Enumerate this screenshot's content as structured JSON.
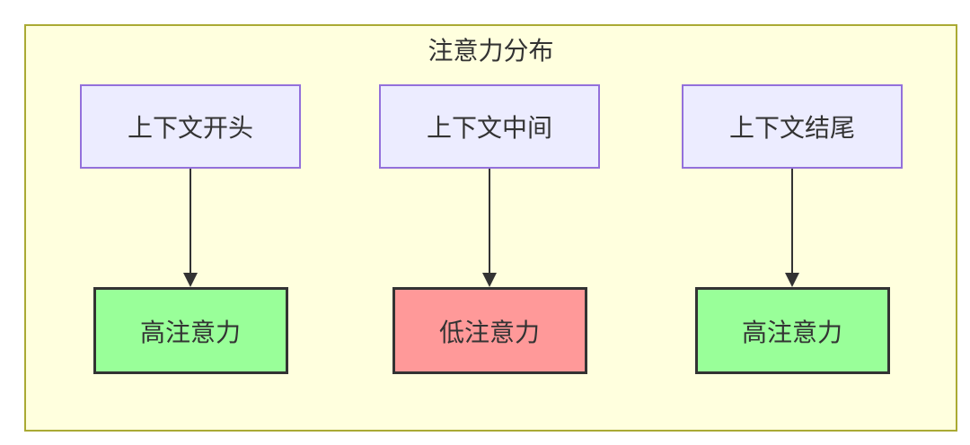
{
  "diagram": {
    "title": "注意力分布",
    "columns": [
      {
        "source": "上下文开头",
        "target": "高注意力",
        "level": "high"
      },
      {
        "source": "上下文中间",
        "target": "低注意力",
        "level": "low"
      },
      {
        "source": "上下文结尾",
        "target": "高注意力",
        "level": "high"
      }
    ]
  },
  "colors": {
    "container_fill": "#ffffde",
    "container_border": "#aaaa33",
    "source_fill": "#ECECFF",
    "source_border": "#9370DB",
    "high_fill": "#99ff99",
    "low_fill": "#ff9999",
    "result_border": "#333333",
    "arrow": "#333333",
    "text": "#333333"
  }
}
